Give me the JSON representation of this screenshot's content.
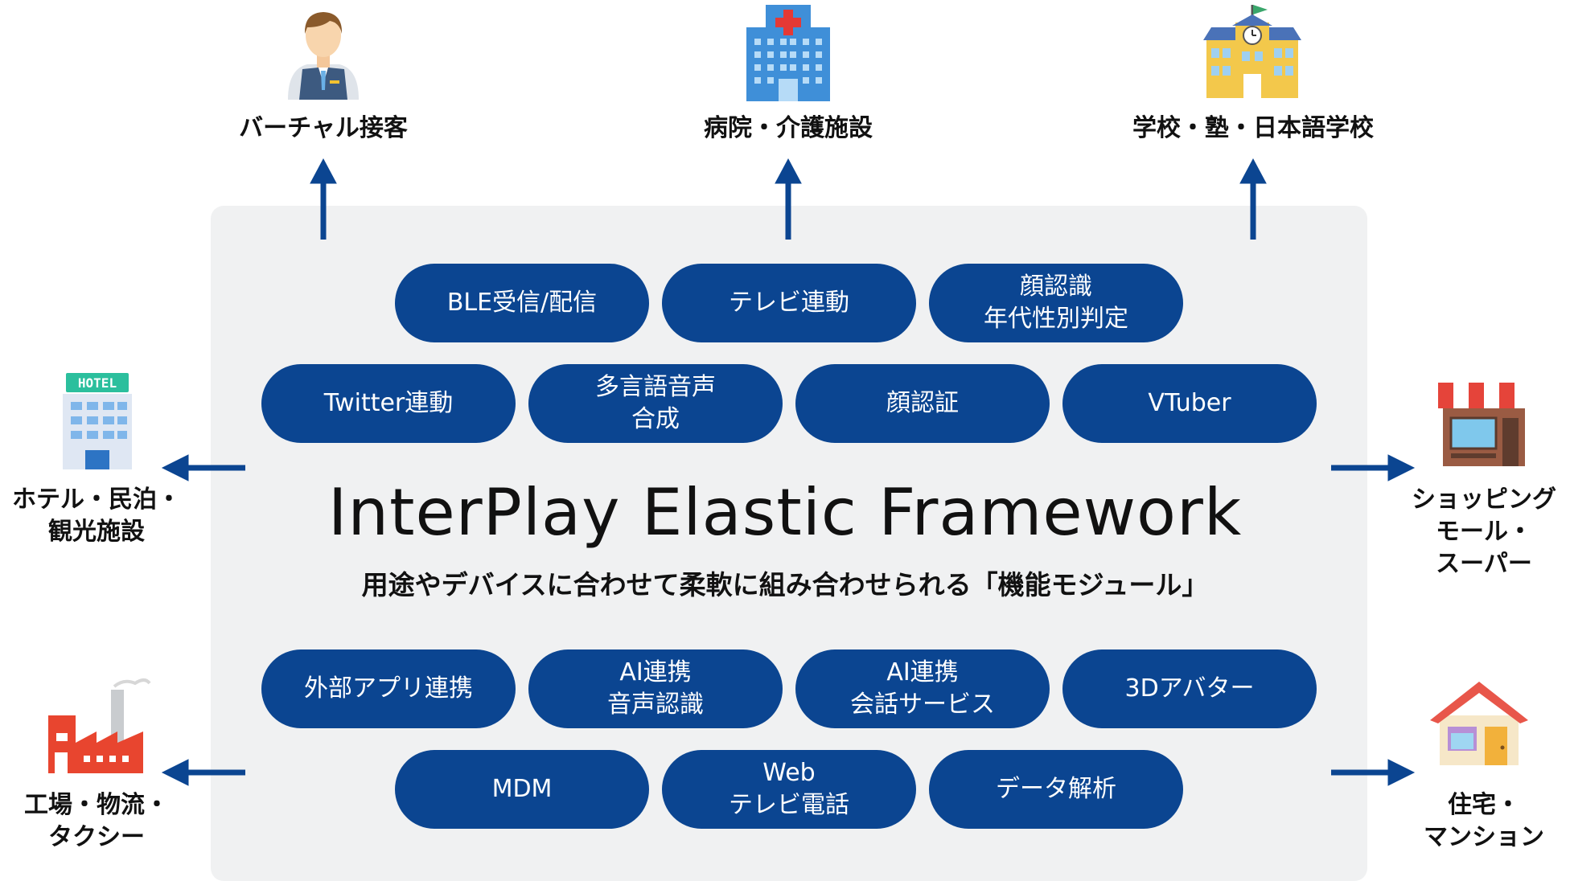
{
  "title": "InterPlay Elastic Framework",
  "subtitle": "用途やデバイスに合わせて柔軟に組み合わせられる「機能モジュール」",
  "modules": [
    {
      "lines": [
        "BLE受信/配信"
      ]
    },
    {
      "lines": [
        "テレビ連動"
      ]
    },
    {
      "lines": [
        "顔認識",
        "年代性別判定"
      ]
    },
    {
      "lines": [
        "Twitter連動"
      ]
    },
    {
      "lines": [
        "多言語音声",
        "合成"
      ]
    },
    {
      "lines": [
        "顔認証"
      ]
    },
    {
      "lines": [
        "VTuber"
      ]
    },
    {
      "lines": [
        "外部アプリ連携"
      ]
    },
    {
      "lines": [
        "AI連携",
        "音声認識"
      ]
    },
    {
      "lines": [
        "AI連携",
        "会話サービス"
      ]
    },
    {
      "lines": [
        "3Dアバター"
      ]
    },
    {
      "lines": [
        "MDM"
      ]
    },
    {
      "lines": [
        "Web",
        "テレビ電話"
      ]
    },
    {
      "lines": [
        "データ解析"
      ]
    }
  ],
  "destinations": [
    {
      "lines": [
        "バーチャル接客"
      ],
      "icon": "receptionist-icon"
    },
    {
      "lines": [
        "病院・介護施設"
      ],
      "icon": "hospital-icon"
    },
    {
      "lines": [
        "学校・塾・日本語学校"
      ],
      "icon": "school-icon"
    },
    {
      "lines": [
        "ホテル・民泊・",
        "観光施設"
      ],
      "icon": "hotel-icon",
      "icon_text": "HOTEL"
    },
    {
      "lines": [
        "工場・物流・",
        "タクシー"
      ],
      "icon": "factory-icon"
    },
    {
      "lines": [
        "ショッピング",
        "モール・",
        "スーパー"
      ],
      "icon": "store-icon"
    },
    {
      "lines": [
        "住宅・",
        "マンション"
      ],
      "icon": "house-icon"
    }
  ],
  "colors": {
    "module_fill": "#0b4591",
    "arrow": "#0b4591",
    "panel": "#f0f1f2"
  }
}
